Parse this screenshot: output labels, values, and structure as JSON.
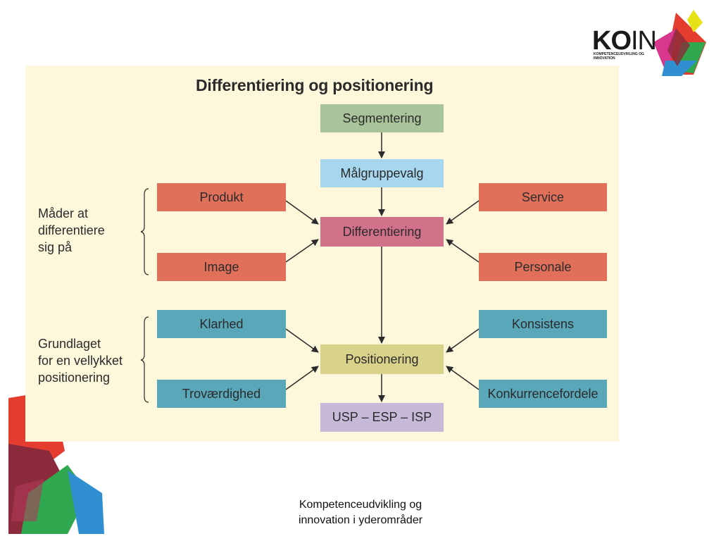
{
  "title": "Differentiering og positionering",
  "left_labels": {
    "ways": "Måder at\ndifferentiere\nsig på",
    "basis": "Grundlaget\nfor en vellykket\npositionering"
  },
  "boxes": {
    "segmentering": "Segmentering",
    "malgruppevalg": "Målgruppevalg",
    "differentiering": "Differentiering",
    "positionering": "Positionering",
    "usp": "USP – ESP – ISP",
    "produkt": "Produkt",
    "image": "Image",
    "service": "Service",
    "personale": "Personale",
    "klarhed": "Klarhed",
    "trovaerdighed": "Troværdighed",
    "konsistens": "Konsistens",
    "konkurrencefordele": "Konkurrencefordele"
  },
  "logo": {
    "wordmark_bold": "KO",
    "wordmark_thin": "IN",
    "tagline": "KOMPETENCEUDVIKLING OG INNOVATION"
  },
  "footer": {
    "line1": "Kompetenceudvikling og",
    "line2": "innovation i yderområder"
  },
  "colors": {
    "panel": "#fdf8dc",
    "green": "#a9c49a",
    "light_blue": "#a7d6ef",
    "pink": "#d2718a",
    "red": "#e0705a",
    "teal": "#5aa7b9",
    "olive": "#d9d28a",
    "lavender": "#c6bad8"
  }
}
